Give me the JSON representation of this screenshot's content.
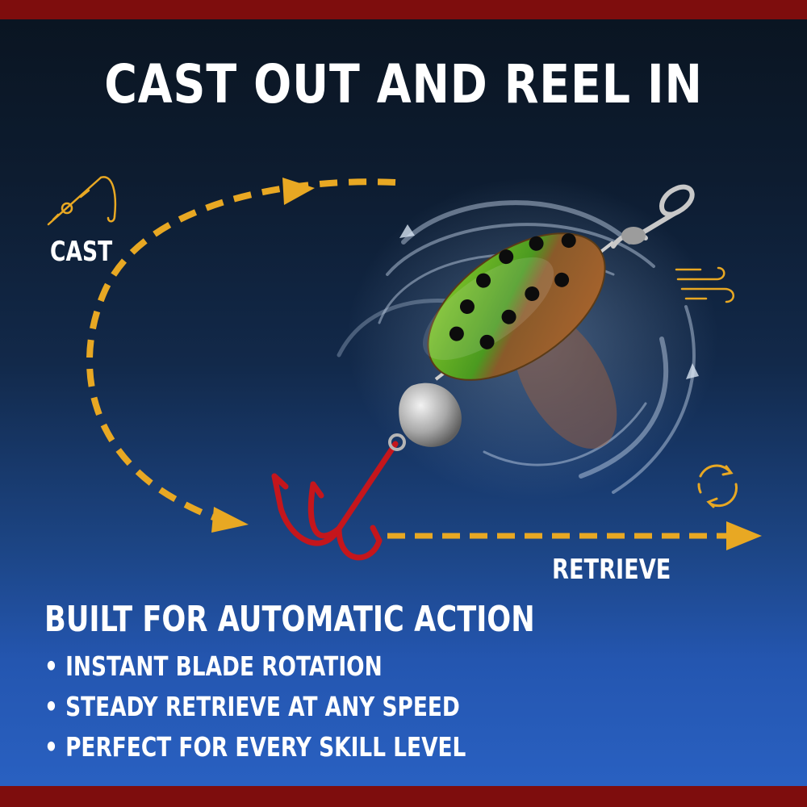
{
  "headline": "CAST OUT AND REEL IN",
  "labels": {
    "cast": "CAST",
    "retrieve": "RETRIEVE"
  },
  "features": {
    "title": "BUILT FOR AUTOMATIC ACTION",
    "items": [
      "• INSTANT BLADE ROTATION",
      "• STEADY RETRIEVE AT ANY SPEED",
      "• PERFECT FOR EVERY SKILL LEVEL"
    ]
  },
  "icons": {
    "cast": "fishing-rod-icon",
    "wind": "wind-icon",
    "rotation": "rotation-arrows-icon"
  },
  "colors": {
    "frame": "#7e0d0d",
    "arrow": "#e8a823",
    "hook": "#c4161c",
    "text": "#ffffff"
  }
}
